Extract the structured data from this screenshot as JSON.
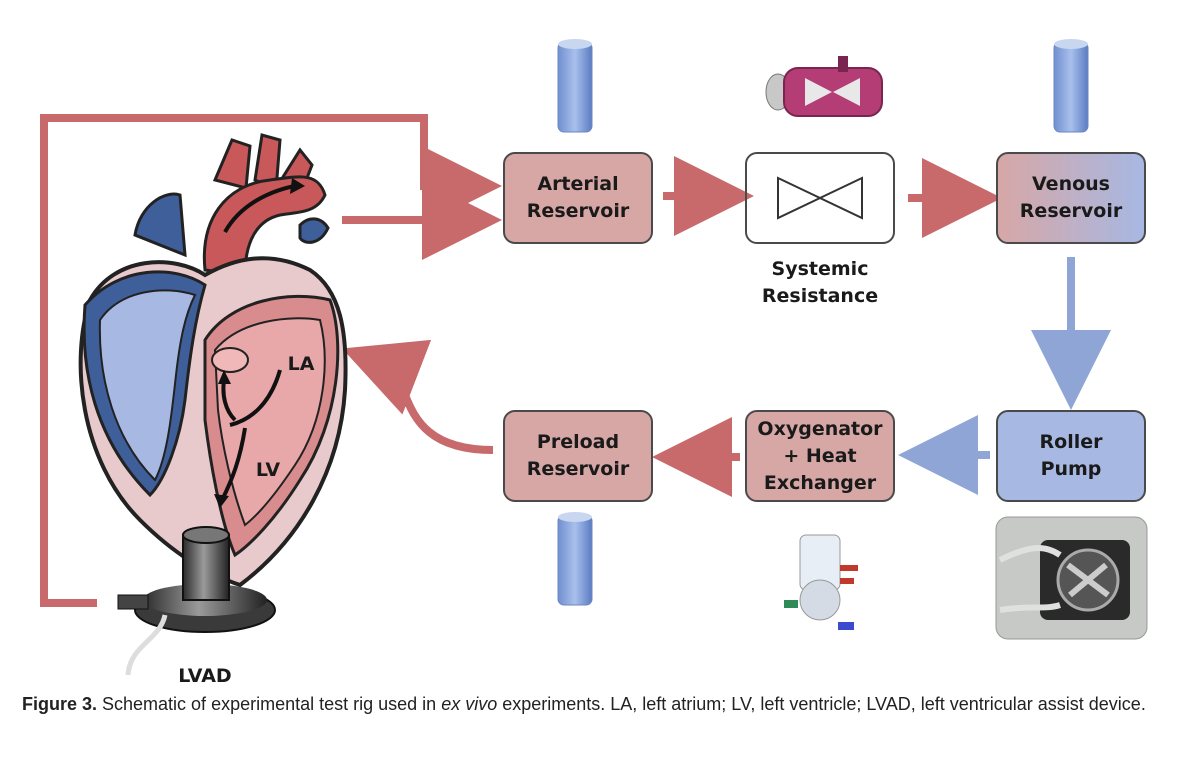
{
  "colors": {
    "arterial": "#c86a6c",
    "venous": "#8fa5d6",
    "box_red": "#d7a7a6",
    "box_blue": "#a7b8e3",
    "heart_red": "#c9585a",
    "heart_blue": "#3f5f9a"
  },
  "boxes": {
    "arterial_reservoir": "Arterial\nReservoir",
    "systemic_resistance_label": "Systemic\nResistance",
    "venous_reservoir": "Venous\nReservoir",
    "roller_pump": "Roller\nPump",
    "oxygenator": "Oxygenator\n+ Heat\nExchanger",
    "preload_reservoir": "Preload\nReservoir"
  },
  "heart_labels": {
    "la": "LA",
    "lv": "LV",
    "lvad": "LVAD"
  },
  "caption": {
    "figure_label": "Figure 3.",
    "text_before": " Schematic of experimental test rig used in ",
    "italic": "ex vivo",
    "text_after": " experiments. LA, left atrium; LV, left ventricle; LVAD, left ventricular assist device."
  },
  "icons": [
    "reservoir-cylinder-icon",
    "valve-clamp-icon",
    "oxygenator-device-icon",
    "roller-pump-photo-icon",
    "lvad-pump-icon",
    "heart-illustration"
  ]
}
